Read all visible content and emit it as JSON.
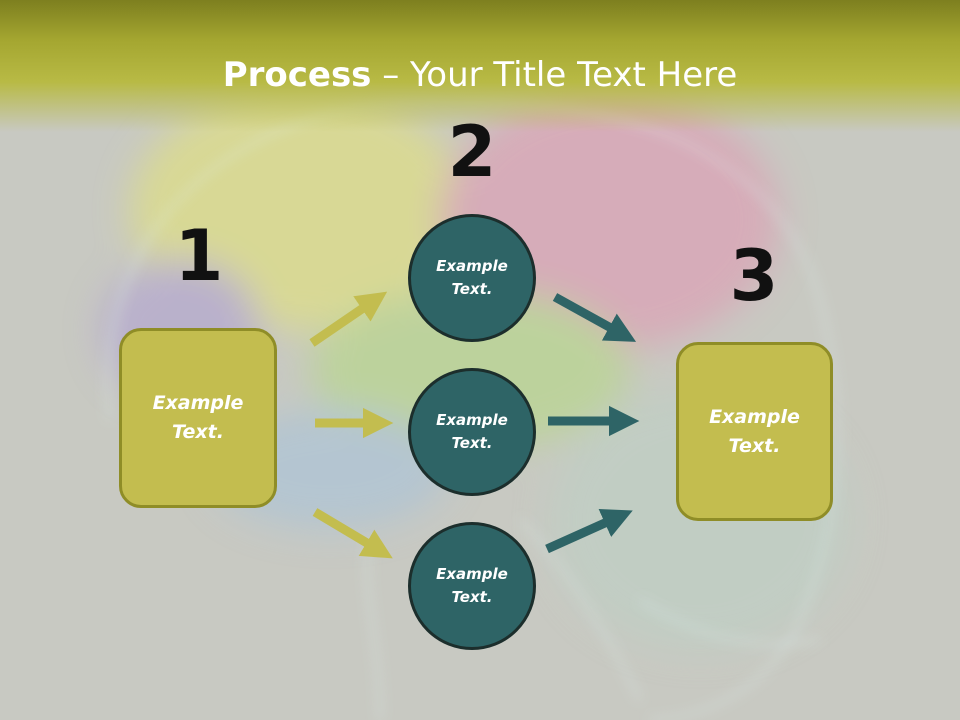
{
  "slide": {
    "title_bold": "Process",
    "title_rest": " – Your Title Text Here"
  },
  "steps": {
    "step1": {
      "number": "1",
      "text": "Example\nText."
    },
    "step2": {
      "number": "2",
      "circles": [
        {
          "text": "Example\nText."
        },
        {
          "text": "Example\nText."
        },
        {
          "text": "Example\nText."
        }
      ]
    },
    "step3": {
      "number": "3",
      "text": "Example\nText."
    }
  },
  "colors": {
    "header": "#a4a630",
    "box_fill": "#c3bd4f",
    "circle_fill": "#2e6466",
    "arrow_olive": "#c3bd4f",
    "arrow_teal": "#2e6466"
  }
}
